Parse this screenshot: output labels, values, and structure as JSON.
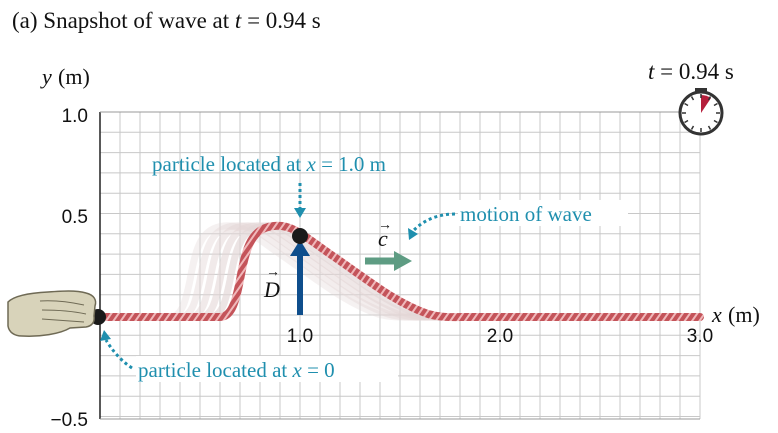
{
  "title": {
    "part": "(a)",
    "text": "Snapshot of wave at",
    "var": "t",
    "eq": "=",
    "value": "0.94 s"
  },
  "clock": {
    "var": "t",
    "eq": "=",
    "value": "0.94 s",
    "elapsed_fraction": 0.094
  },
  "axes": {
    "ylabel_var": "y",
    "ylabel_unit": "(m)",
    "xlabel_var": "x",
    "xlabel_unit": "(m)",
    "y_ticks": [
      "1.0",
      "0.5",
      "−0.5"
    ],
    "x_ticks": [
      "1.0",
      "2.0",
      "3.0"
    ],
    "xlim": [
      0,
      3.0
    ],
    "ylim": [
      -0.5,
      1.0
    ],
    "grid": true
  },
  "annotations": {
    "particle_top_text": "particle located at",
    "particle_top_var": "x",
    "particle_top_eq": "=",
    "particle_top_val": "1.0 m",
    "particle_bottom_text": "particle located at",
    "particle_bottom_var": "x",
    "particle_bottom_eq": "=",
    "particle_bottom_val": "0",
    "motion": "motion of wave",
    "velocity_symbol": "c",
    "displacement_symbol": "D"
  },
  "colors": {
    "rope": "#c4545a",
    "rope_ghost": "#e3d6d6",
    "annotation": "#1f8fae",
    "displacement_arrow": "#0f4e8c",
    "velocity_arrow": "#5e9c83",
    "grid": "#c8c8c8",
    "clock_hand": "#b51f3c"
  }
}
